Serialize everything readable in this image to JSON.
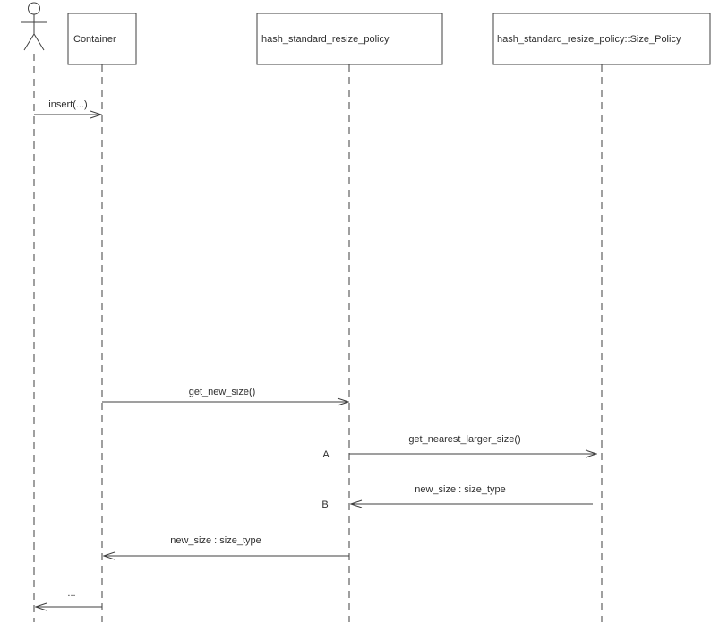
{
  "diagram": {
    "type": "uml-sequence-diagram",
    "actor": {
      "label": ""
    },
    "participants": [
      {
        "label": "Container"
      },
      {
        "label": "hash_standard_resize_policy"
      },
      {
        "label": "hash_standard_resize_policy::Size_Policy"
      }
    ],
    "messages": [
      {
        "label": "insert(...)",
        "from": "actor",
        "to": "Container",
        "direction": "right"
      },
      {
        "label": "get_new_size()",
        "from": "Container",
        "to": "hash_standard_resize_policy",
        "direction": "right"
      },
      {
        "label": "get_nearest_larger_size()",
        "marker": "A",
        "from": "hash_standard_resize_policy",
        "to": "hash_standard_resize_policy::Size_Policy",
        "direction": "right"
      },
      {
        "label": "new_size : size_type",
        "marker": "B",
        "from": "hash_standard_resize_policy::Size_Policy",
        "to": "hash_standard_resize_policy",
        "direction": "left"
      },
      {
        "label": "new_size : size_type",
        "from": "hash_standard_resize_policy",
        "to": "Container",
        "direction": "left"
      },
      {
        "label": "...",
        "from": "Container",
        "to": "actor",
        "direction": "left"
      }
    ],
    "colors": {
      "line": "#3f3f3f",
      "text": "#2e2e2e",
      "background": "#ffffff"
    }
  }
}
